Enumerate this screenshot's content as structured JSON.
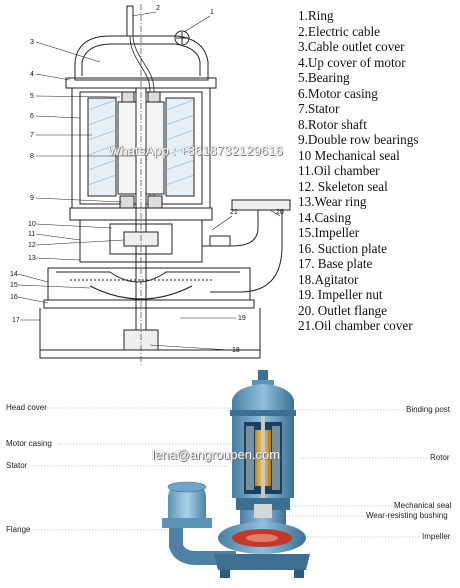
{
  "watermarks": {
    "whatsapp": "WhatsApp : +8618732129616",
    "email": "lena@angroupen.com"
  },
  "legend": [
    "1.Ring",
    "2.Electric cable",
    "3.Cable outlet cover",
    "4.Up cover of motor",
    "5.Bearing",
    "6.Motor casing",
    "7.Stator",
    "8.Rotor shaft",
    "9.Double row bearings",
    "10 Mechanical seal",
    "11.Oil chamber",
    "12. Skeleton seal",
    "13.Wear ring",
    "14.Casing",
    "15.Impeller",
    "16. Suction plate",
    "17. Base plate",
    "18.Agitator",
    "19. Impeller nut",
    "20. Outlet flange",
    "21.Oil chamber cover"
  ],
  "drawing_numbers": [
    "1",
    "2",
    "3",
    "4",
    "5",
    "6",
    "7",
    "8",
    "9",
    "10",
    "11",
    "12",
    "13",
    "14",
    "15",
    "16",
    "17",
    "18",
    "19",
    "20",
    "21"
  ],
  "cutaway_labels": {
    "head_cover": "Head cover",
    "motor_casing": "Motor casing",
    "stator": "Stator",
    "flange": "Flange",
    "binding_post": "Binding post",
    "rotor": "Rotor",
    "mechanical_seal": "Mechanical seal",
    "wear_bushing": "Wear-resisting bushing",
    "impeller": "Impeller"
  }
}
